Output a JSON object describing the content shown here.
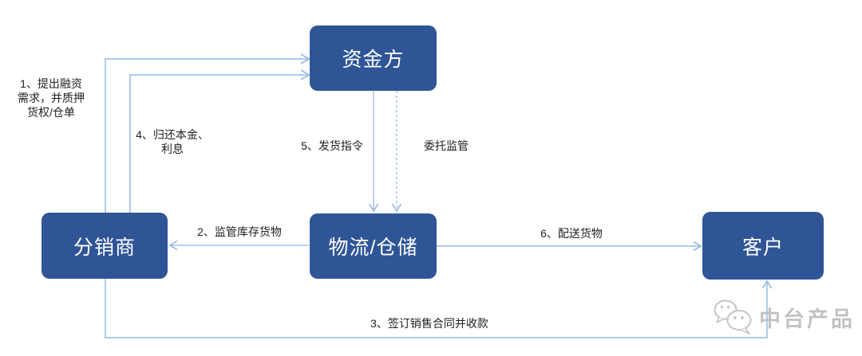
{
  "diagram": {
    "title_hint": "supply-chain-finance-flow",
    "nodes": [
      {
        "id": "funding",
        "label": "资金方"
      },
      {
        "id": "distributor",
        "label": "分销商"
      },
      {
        "id": "logistics",
        "label": "物流/仓储"
      },
      {
        "id": "customer",
        "label": "客户"
      }
    ],
    "edges": [
      {
        "id": "e1",
        "from": "distributor",
        "to": "funding",
        "style": "solid",
        "label": "1、提出融资\n需求，并质押\n货权/仓单"
      },
      {
        "id": "e2",
        "from": "logistics",
        "to": "distributor",
        "style": "solid",
        "label": "2、监管库存货物"
      },
      {
        "id": "e3",
        "from": "distributor",
        "to": "customer",
        "style": "solid",
        "label": "3、签订销售合同并收款"
      },
      {
        "id": "e4",
        "from": "distributor",
        "to": "funding",
        "style": "solid",
        "label": "4、归还本金、\n利息"
      },
      {
        "id": "e5",
        "from": "funding",
        "to": "logistics",
        "style": "solid",
        "label": "5、发货指令"
      },
      {
        "id": "e6",
        "from": "logistics",
        "to": "customer",
        "style": "solid",
        "label": "6、配送货物"
      },
      {
        "id": "e7",
        "from": "funding",
        "to": "logistics",
        "style": "dashed",
        "label": "委托监管"
      }
    ],
    "colors": {
      "node_fill": "#2F5597",
      "node_text": "#FFFFFF",
      "connector": "#AECBEA",
      "arrowhead": "#8FB3DC",
      "label_text": "#1F1F1F",
      "watermark": "#C9C9C9"
    },
    "watermark": {
      "icon": "wechat-icon",
      "text": "中台产品"
    }
  }
}
